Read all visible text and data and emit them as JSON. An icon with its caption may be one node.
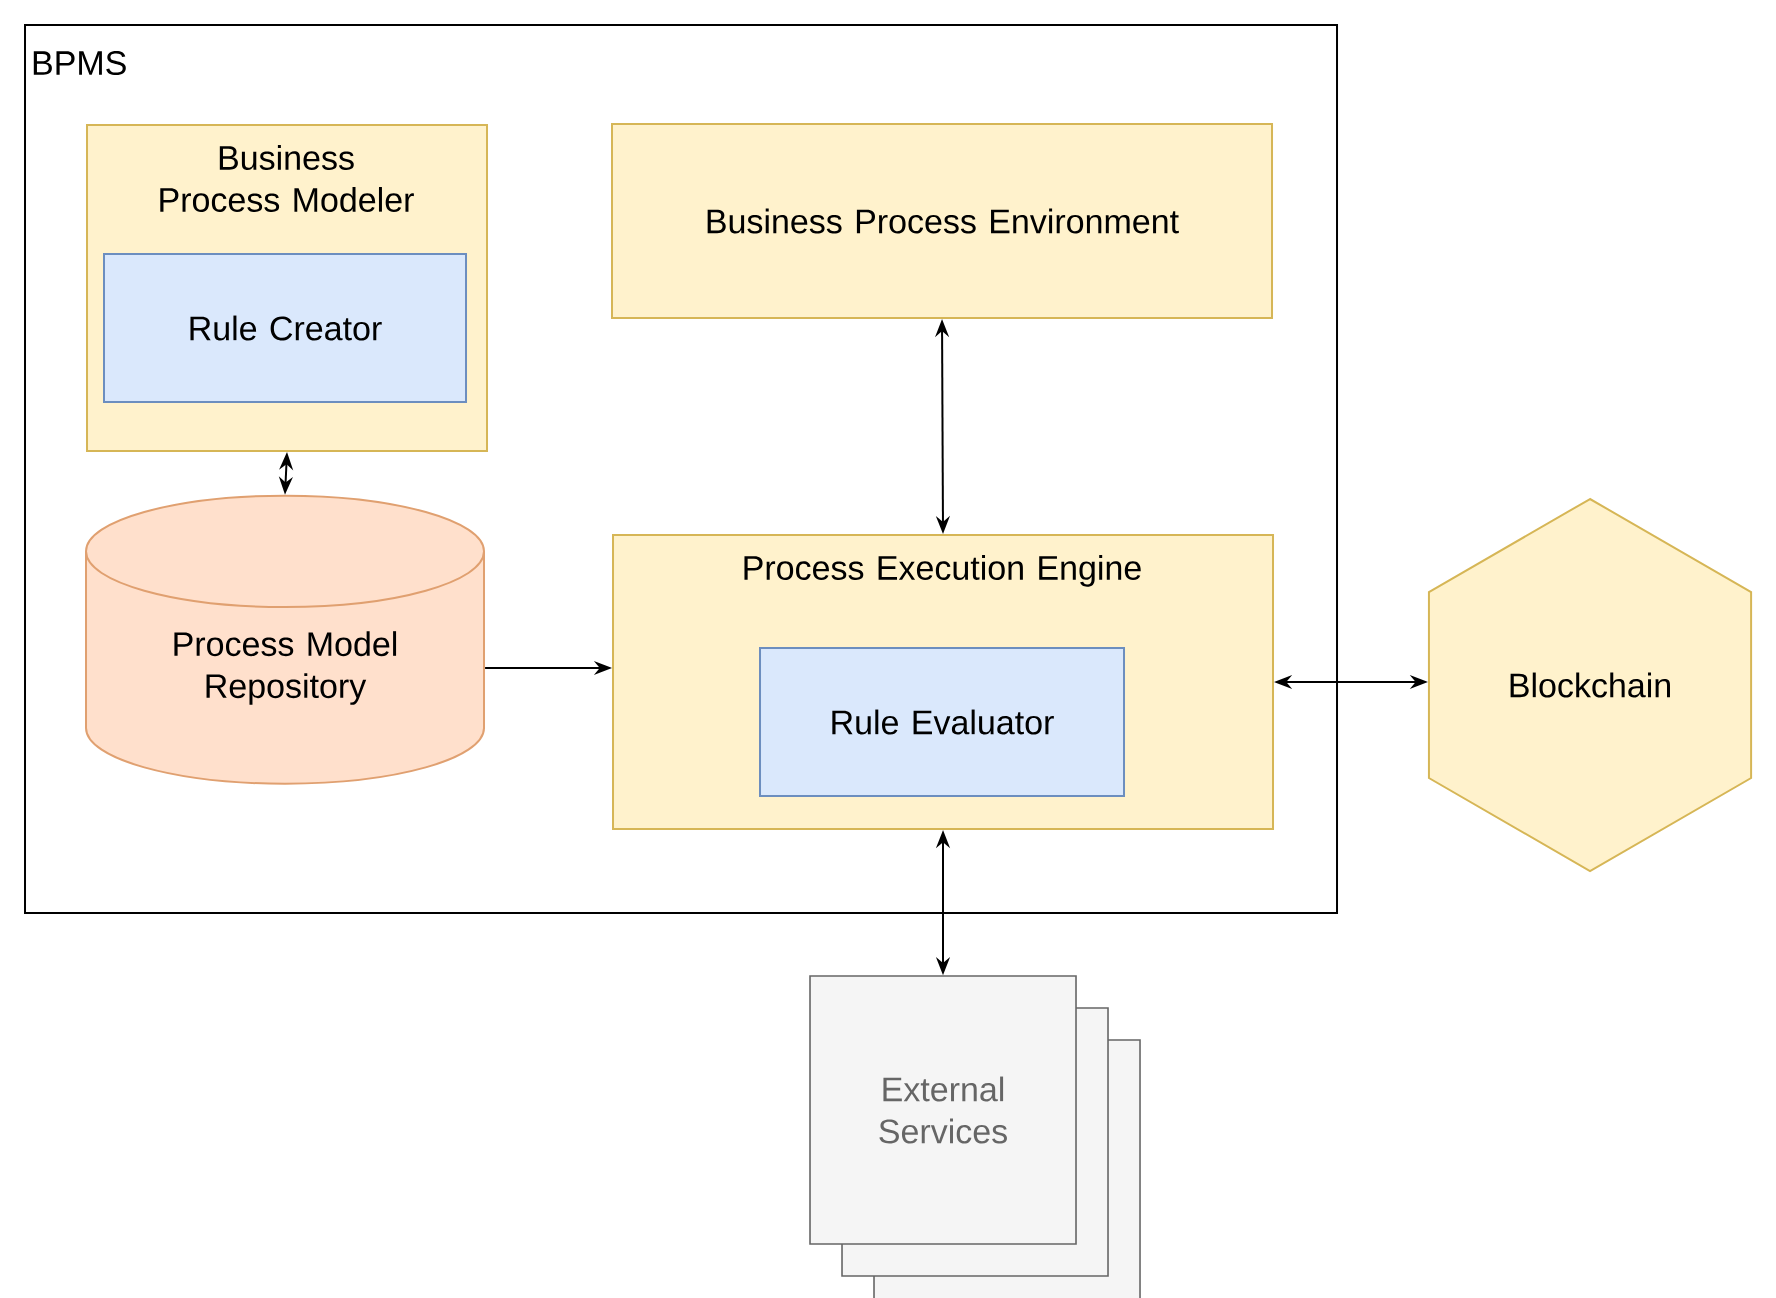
{
  "diagram": {
    "nodes": [
      {
        "text": [
          "BPMS"
        ]
      },
      {
        "text": [
          "Business Process Modeler"
        ],
        "in": 0
      },
      {
        "text": [
          "Rule Creator"
        ],
        "in": 1
      },
      {
        "text": [
          "Business Process Environment"
        ],
        "in": 0
      },
      {
        "text": [
          "Process Model Repository"
        ],
        "in": 0
      },
      {
        "text": [
          "Process Execution Engine"
        ],
        "in": 0
      },
      {
        "text": [
          "Rule Evaluator"
        ],
        "in": 5
      },
      {
        "text": [
          "Blockchain"
        ]
      },
      {
        "text": [
          "External Services"
        ]
      }
    ],
    "edges": [
      {
        "from": 1,
        "to": 4,
        "arrow": "both"
      },
      {
        "from": 4,
        "to": 5,
        "arrow": "to"
      },
      {
        "from": 3,
        "to": 5,
        "arrow": "both"
      },
      {
        "from": 5,
        "to": 7,
        "arrow": "both"
      },
      {
        "from": 5,
        "to": 8,
        "arrow": "both"
      }
    ]
  }
}
